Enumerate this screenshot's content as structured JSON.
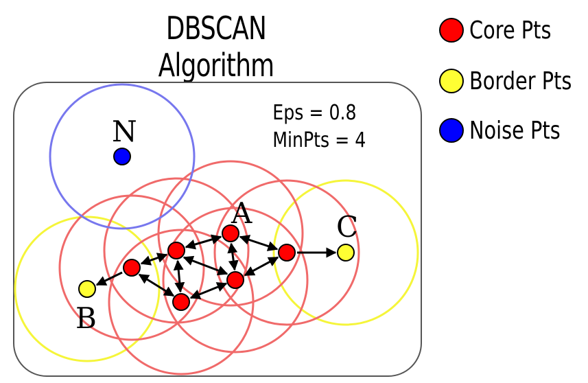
{
  "title": "DBSCAN Algorithm",
  "legend": [
    {
      "label": "Core Pts",
      "color": "#ff0000"
    },
    {
      "label": "Border Pts",
      "color": "#ffff33"
    },
    {
      "label": "Noise Pts",
      "color": "#0000ff"
    }
  ],
  "params": {
    "eps": "Eps = 0.8",
    "minpts": "MinPts = 4"
  },
  "point_labels": {
    "N": "N",
    "A": "A",
    "B": "B",
    "C": "C"
  },
  "colors": {
    "core_fill": "#ff0000",
    "core_circle": "#f06a6a",
    "border_fill": "#ffff33",
    "border_circle": "#f5f53a",
    "noise_fill": "#0000ff",
    "noise_circle": "#7777ee",
    "frame": "#555555"
  }
}
